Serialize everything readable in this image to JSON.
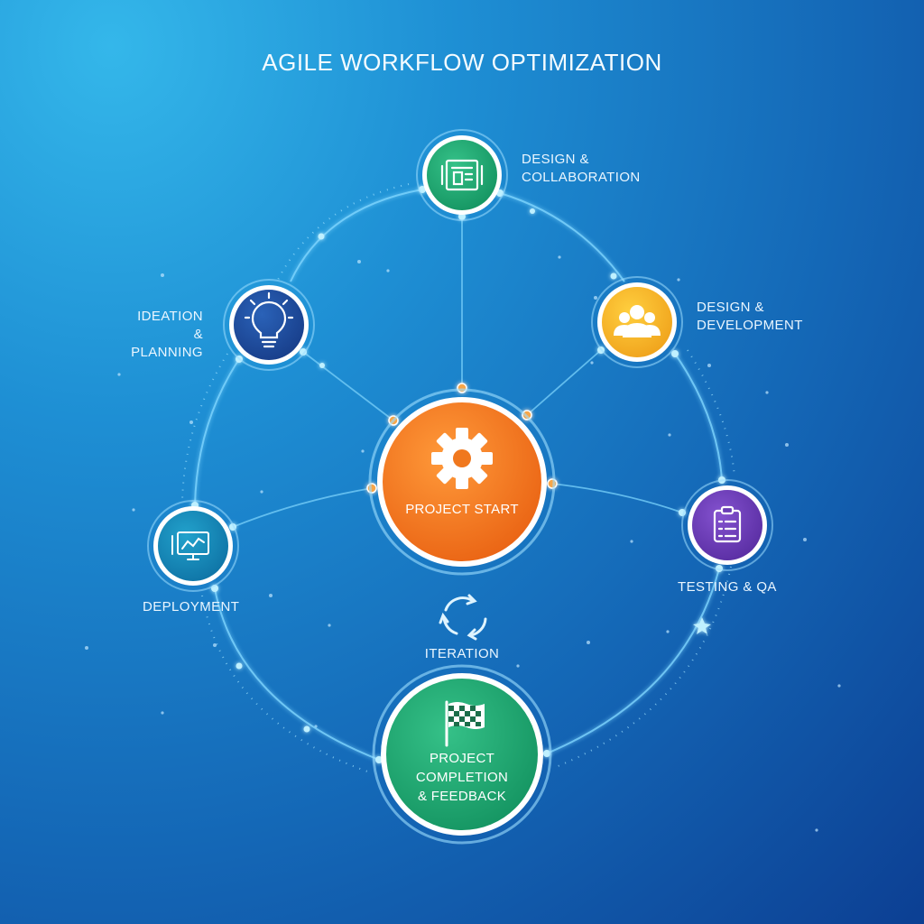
{
  "title": "AGILE WORKFLOW OPTIMIZATION",
  "nodes": {
    "center": {
      "label": "PROJECT START",
      "icon": "gear-icon",
      "color": "#f0781e"
    },
    "design_collab": {
      "label_line1": "DESIGN &",
      "label_line2": "COLLABORATION",
      "icon": "blueprint-icon",
      "color": "#1fa877"
    },
    "design_dev": {
      "label_line1": "DESIGN &",
      "label_line2": "DEVELOPMENT",
      "icon": "team-icon",
      "color": "#f3b323"
    },
    "ideation": {
      "label_line1": "IDEATION",
      "label_line2": "& PLANNING",
      "icon": "lightbulb-icon",
      "color": "#1d4b9b"
    },
    "deployment": {
      "label": "DEPLOYMENT",
      "icon": "monitor-chart-icon",
      "color": "#1588b5"
    },
    "testing": {
      "label": "TESTING & QA",
      "icon": "clipboard-checklist-icon",
      "color": "#6a3cb4"
    },
    "completion": {
      "label_line1": "PROJECT",
      "label_line2": "COMPLETION",
      "label_line3": "& FEEDBACK",
      "icon": "checkered-flag-icon",
      "color": "#21a56c"
    }
  },
  "iteration": {
    "label": "ITERATION",
    "icon": "cycle-arrows-icon"
  }
}
